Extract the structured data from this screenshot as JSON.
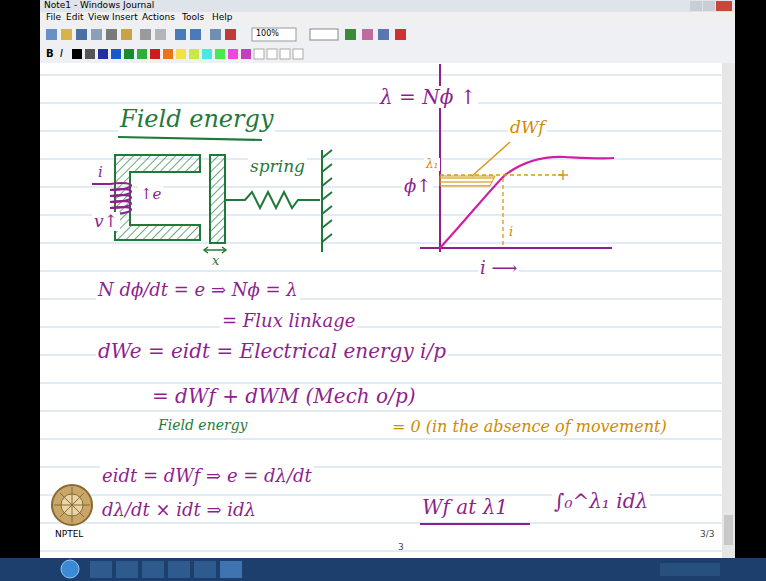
{
  "diagram": {
    "title": "Field energy",
    "labels": [
      "Note1 - Windows Journal",
      "File",
      "Edit",
      "View",
      "Insert",
      "Actions",
      "Tools",
      "Help",
      "100%",
      "B",
      "I",
      "λ = Nϕ ↑",
      "dWf",
      "ϕ↑",
      "λ₁",
      "i",
      "i ⟶",
      "i",
      "v↑",
      "↑e",
      "spring",
      "x",
      "N dϕ/dt = e ⇒ Nϕ = λ",
      "= Flux linkage",
      "dWe = eidt = Electrical energy i/p",
      "= dWf + dWM (Mech o/p)",
      "Field energy",
      "= 0 (in the absence of movement)",
      "eidt = dWf ⇒ e = dλ/dt",
      "dλ/dt × idt ⇒ idλ",
      "Wf at λ1",
      "∫₀^λ₁ idλ",
      "NPTEL",
      "3/3",
      "3"
    ]
  }
}
